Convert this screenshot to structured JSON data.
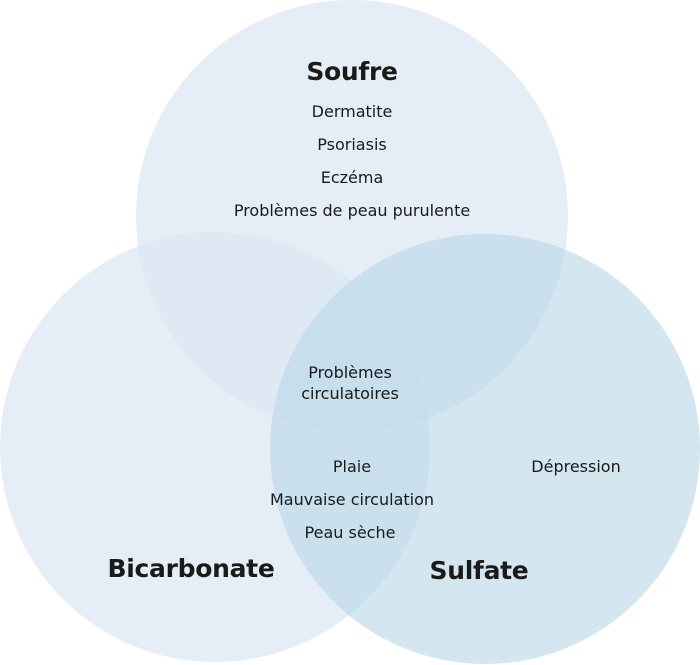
{
  "colors": {
    "circle_fill_soufre": "#dbe8f2",
    "circle_fill_bicarbonate": "#dbe8f2",
    "circle_fill_sulfate": "#bad6e7",
    "text": "#1a1a1a"
  },
  "circles": {
    "soufre": {
      "title": "Soufre",
      "items": [
        "Dermatite",
        "Psoriasis",
        "Eczéma",
        "Problèmes de peau purulente"
      ]
    },
    "bicarbonate": {
      "title": "Bicarbonate"
    },
    "sulfate": {
      "title": "Sulfate",
      "items": [
        "Dépression"
      ]
    }
  },
  "overlaps": {
    "center": [
      "Problèmes",
      "circulatoires"
    ],
    "bicarbonate_sulfate": [
      "Plaie",
      "Mauvaise circulation",
      "Peau sèche"
    ]
  }
}
